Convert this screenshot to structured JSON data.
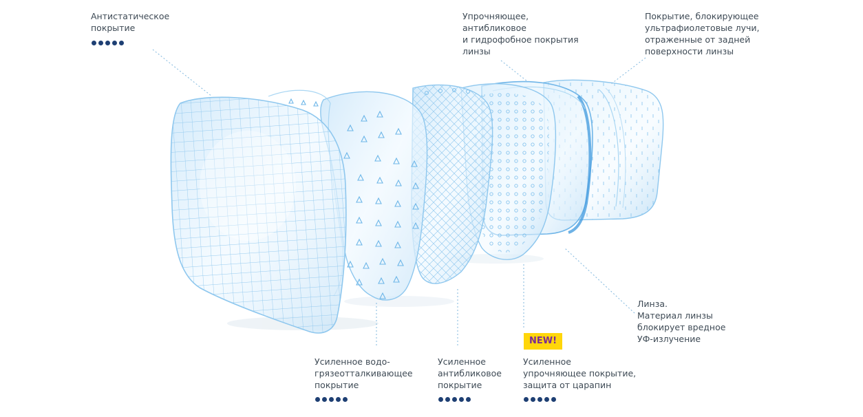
{
  "callouts": {
    "antistatic": {
      "text": "Антистатическое\nпокрытие",
      "rating": 5
    },
    "hardening_top": {
      "text": "Упрочняющее,\nантибликовое\nи гидрофобное покрытия\nлинзы"
    },
    "uv_back": {
      "text": "Покрытие, блокирующее\nультрафиолетовые лучи,\nотраженные от задней\nповерхности линзы"
    },
    "lens_material": {
      "text": "Линза.\nМатериал линзы\nблокирует вредное\nУФ-излучение"
    },
    "water_dirt": {
      "text": "Усиленное водо-\nгрязеотталкивающее\nпокрытие",
      "rating": 5
    },
    "antiglare": {
      "text": "Усиленное\nантибликовое\nпокрытие",
      "rating": 5
    },
    "scratch": {
      "text": "Усиленное\nупрочняющее покрытие,\nзащита от царапин",
      "rating": 5,
      "badge": "NEW!"
    }
  },
  "colors": {
    "layer_stroke": "#8ec7ee",
    "layer_fill": "#dff0fc",
    "grid_line": "#9ccdf1",
    "pattern_mark": "#6db6e8",
    "leader_line": "#7fb7de",
    "text": "#3e4a55",
    "rating_dot": "#1e3f73",
    "badge_bg": "#ffd60a",
    "badge_text": "#7b2b93"
  },
  "icons": [
    "grid-pattern",
    "triangle-pattern",
    "crosshatch-pattern",
    "circle-pattern",
    "dash-pattern"
  ]
}
